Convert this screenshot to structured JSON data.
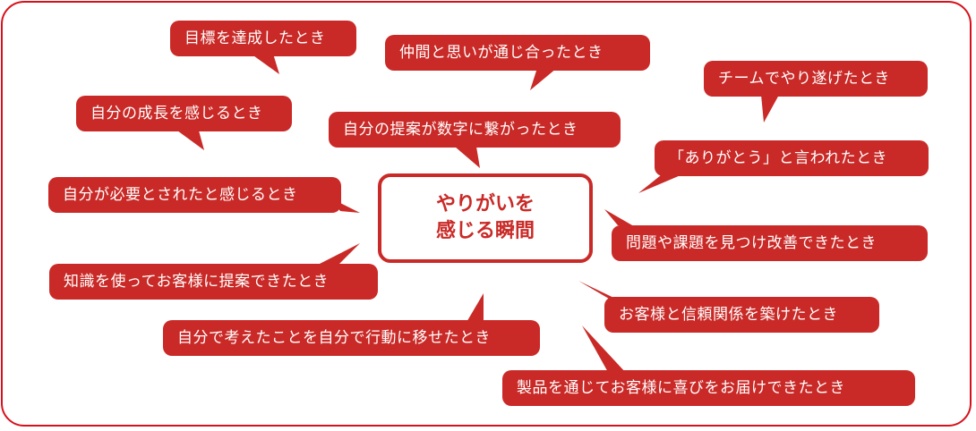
{
  "center": {
    "line1": "やりがいを",
    "line2": "感じる瞬間"
  },
  "bubbles": [
    {
      "id": "goal",
      "text": "目標を達成したとき"
    },
    {
      "id": "colleagues",
      "text": "仲間と思いが通じ合ったとき"
    },
    {
      "id": "team",
      "text": "チームでやり遂げたとき"
    },
    {
      "id": "growth",
      "text": "自分の成長を感じるとき"
    },
    {
      "id": "proposal-numbers",
      "text": "自分の提案が数字に繋がったとき"
    },
    {
      "id": "thanks",
      "text": "「ありがとう」と言われたとき"
    },
    {
      "id": "needed",
      "text": "自分が必要とされたと感じるとき"
    },
    {
      "id": "problem-solving",
      "text": "問題や課題を見つけ改善できたとき"
    },
    {
      "id": "knowledge",
      "text": "知識を使ってお客様に提案できたとき"
    },
    {
      "id": "trust",
      "text": "お客様と信頼関係を築けたとき"
    },
    {
      "id": "own-action",
      "text": "自分で考えたことを自分で行動に移せたとき"
    },
    {
      "id": "deliver-joy",
      "text": "製品を通じてお客様に喜びをお届けできたとき"
    }
  ],
  "colors": {
    "bubble": "#c92a27",
    "frame": "#d7111b",
    "background": "#ffffff"
  }
}
